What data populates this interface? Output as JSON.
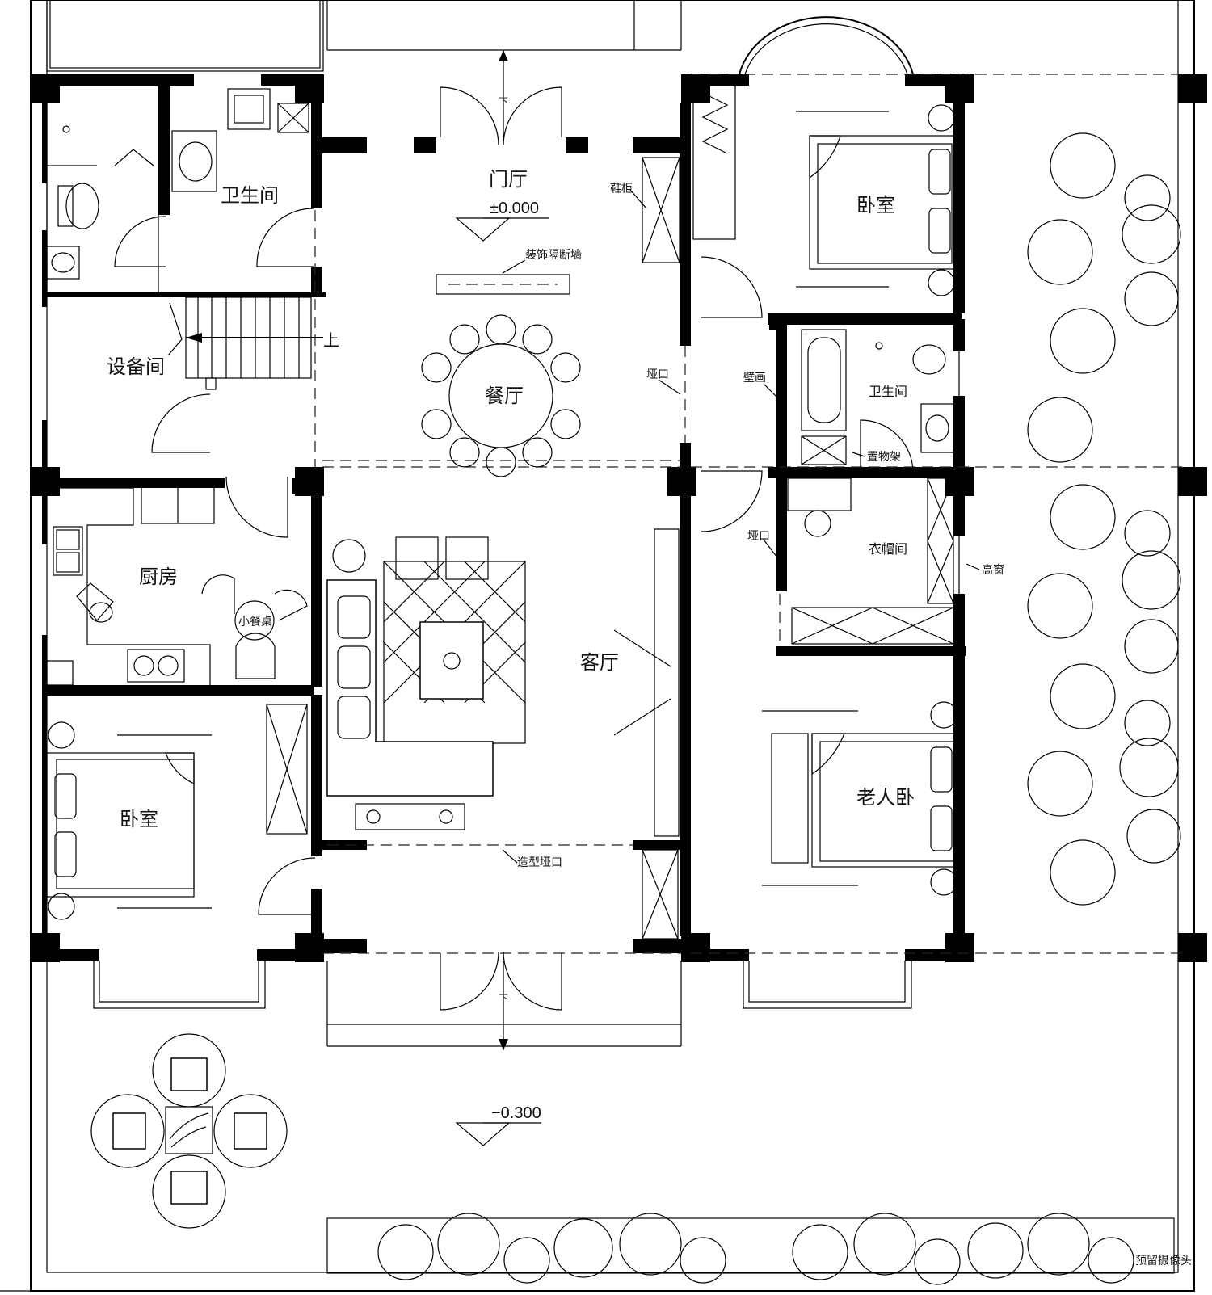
{
  "rooms": {
    "entrance_hall": "门厅",
    "dining": "餐厅",
    "living": "客厅",
    "equipment": "设备间",
    "kitchen": "厨房",
    "bedroom_left": "卧室",
    "bedroom_right": "卧室",
    "elder_bedroom": "老人卧",
    "bathroom_top_left": "卫生间",
    "bathroom_right": "卫生间",
    "cloakroom": "衣帽间"
  },
  "labels": {
    "shoe_cabinet": "鞋柜",
    "deco_partition": "装饰隔断墙",
    "opening_1": "垭口",
    "opening_2": "垭口",
    "mural": "壁画",
    "shelf": "置物架",
    "high_window": "高窗",
    "feature_opening": "造型垭口",
    "small_table": "小餐桌",
    "stairs_up": "上",
    "down_top": "下",
    "down_bottom": "下",
    "camera": "预留摄像头"
  },
  "levels": {
    "main": "±0.000",
    "yard": "−0.300"
  },
  "colors": {
    "line": "#000000",
    "background": "#ffffff"
  }
}
